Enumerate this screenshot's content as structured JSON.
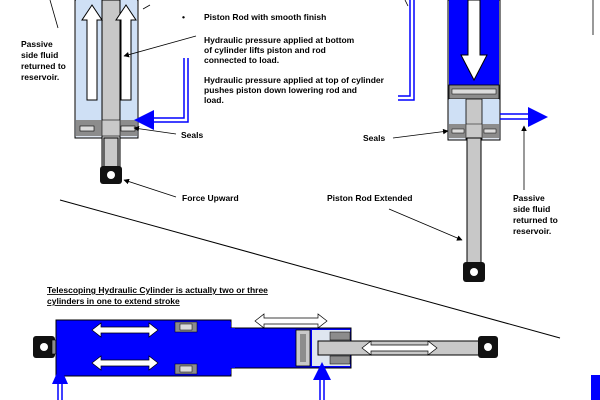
{
  "labels": {
    "passive_left": [
      "Passive",
      "side fluid",
      "returned to",
      "reservoir."
    ],
    "bullet": "•",
    "piston_rod_smooth": "Piston Rod with smooth finish",
    "pressure_bottom": [
      "Hydraulic pressure applied at bottom",
      "of cylinder lifts piston and rod",
      "connected to load."
    ],
    "pressure_top": [
      "Hydraulic pressure applied at top of cylinder",
      "pushes piston down lowering rod and",
      "load."
    ],
    "seals_left": "Seals",
    "seals_right": "Seals",
    "force_upward": "Force Upward",
    "piston_rod_extended": "Piston Rod Extended",
    "passive_right": [
      "Passive",
      "side fluid",
      "returned to",
      "reservoir."
    ],
    "telescoping": [
      "Telescoping Hydraulic Cylinder is actually two or three",
      "cylinders in one to extend stroke"
    ]
  },
  "colors": {
    "fluid_blue": "#0000ff",
    "light_blue": "#cfe0f5",
    "rod_gray": "#c8c8c8",
    "seal_gray": "#8c8c8c",
    "outline": "#000000"
  }
}
